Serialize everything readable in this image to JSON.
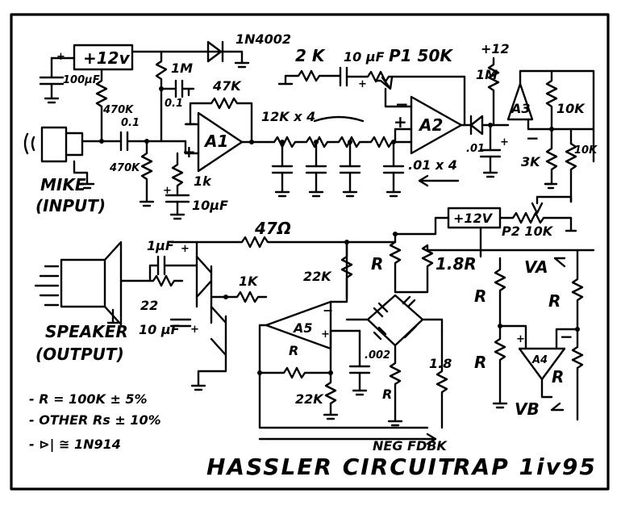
{
  "title": "HASSLER CIRCUIT",
  "signature": "RAP 1iv95",
  "notes": [
    "- R = 100K ± 5%",
    "- OTHER Rs ± 10%",
    "- ⊳| ≅ 1N914"
  ],
  "labels": {
    "supply_top": "+12v",
    "diode_top": "1N4002",
    "cap_100uf": "100μF",
    "plus": "+",
    "r_1m_a": "1M",
    "cap_01": "0.1",
    "r_470k_a": "470K",
    "cap_01b": "0.1",
    "r_470k_b": "470K",
    "r_47k": "47K",
    "opamp_a1": "A1",
    "r_1k_a": "1k",
    "cap_10uf": "10μF",
    "mike": "MIKE",
    "input": "(INPUT)",
    "r_2k": "2 K",
    "cap_10uf_b": "10 μF",
    "pot_p1": "P1 50K",
    "r_12k": "12K x 4",
    "opamp_a2": "A2",
    "cap_01x4": ".01 x 4",
    "supply_12": "+12",
    "r_1m_b": "1M",
    "opamp_a3": "A3",
    "r_10k_a": "10K",
    "cap_01c": ".01",
    "r_3k": "3K",
    "r_10k_b": "10K",
    "supply_mid": "+12V",
    "pot_p2": "P2 10K",
    "r_47ohm": "47Ω",
    "cap_1uf": "1μF",
    "r_1k_b": "1K",
    "r_22k_a": "22K",
    "r_R1": "R",
    "r_18R": "1.8R",
    "va": "VA",
    "speaker": "SPEAKER",
    "output": "(OUTPUT)",
    "r_22": "22",
    "cap_10uf_c": "10 μF",
    "opamp_a5": "A5",
    "cap_002": ".002",
    "r_R2": "R",
    "r_18": "1.8",
    "r_22k_b": "22K",
    "r_R3": "R",
    "r_R4": "R",
    "r_R5": "R",
    "r_R6": "R",
    "opamp_a4": "A4",
    "r_R7": "R",
    "vb": "VB",
    "neg_fdbk": "NEG FDBK"
  }
}
